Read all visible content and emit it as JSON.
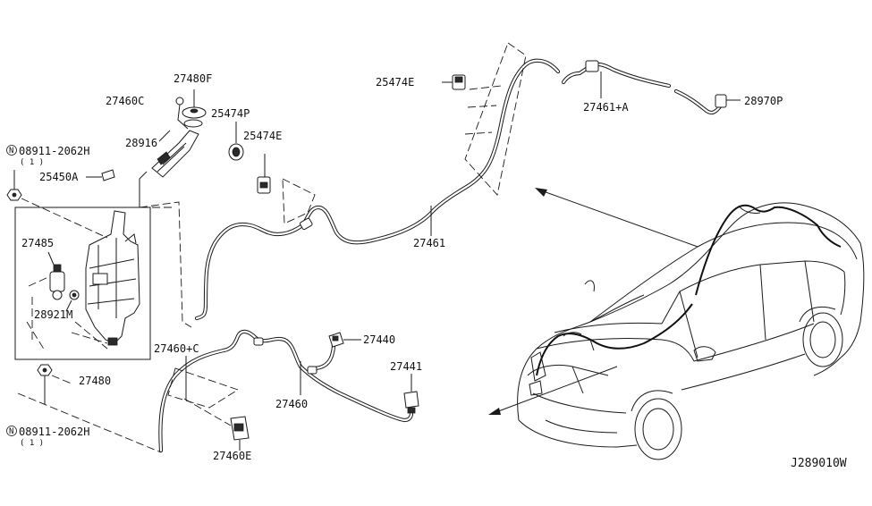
{
  "labels": {
    "p27480F": "27480F",
    "p27460C": "27460C",
    "p28916": "28916",
    "p25474P": "25474P",
    "p25474E_mid": "25474E",
    "p25474E_top": "25474E",
    "p27461A": "27461+A",
    "p28970P": "28970P",
    "p25450A": "25450A",
    "p27485": "27485",
    "p28921M": "28921M",
    "p27480": "27480",
    "p27461": "27461",
    "p27460C_plus": "27460+C",
    "p27440": "27440",
    "p27441": "27441",
    "p27460": "27460",
    "p27460E": "27460E",
    "bolt_top": "08911-2062H",
    "bolt_top_qty": "( 1 )",
    "bolt_bottom": "08911-2062H",
    "bolt_bottom_qty": "( 1 )",
    "bolt_marker": "N"
  },
  "diagram_id": "J289010W"
}
